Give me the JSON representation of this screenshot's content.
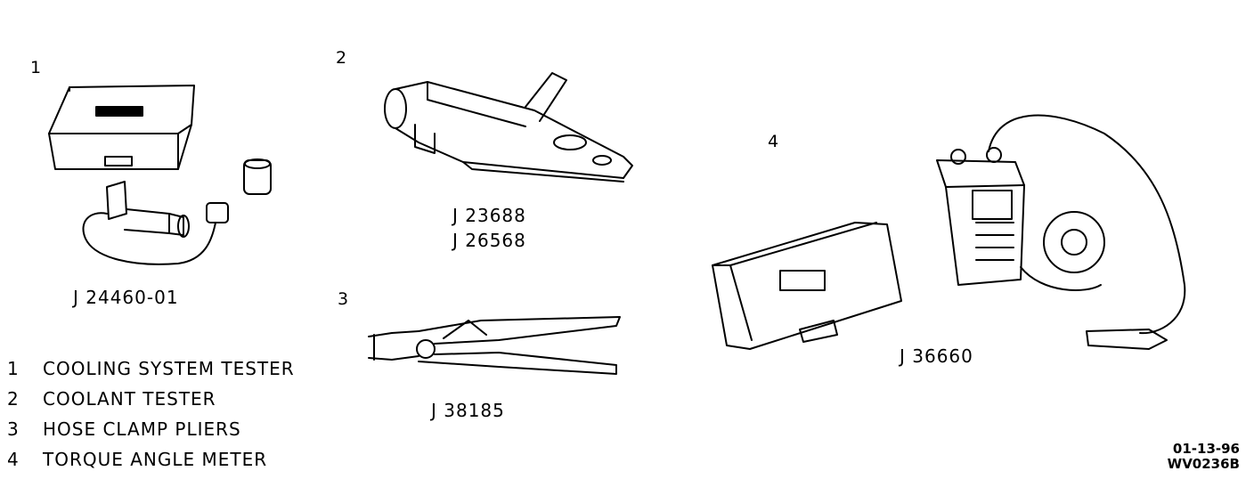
{
  "figure_numbers": [
    "1",
    "2",
    "3",
    "4"
  ],
  "part_numbers": {
    "tool1": "J 24460-01",
    "tool2_a": "J 23688",
    "tool2_b": "J 26568",
    "tool3": "J 38185",
    "tool4": "J 36660"
  },
  "legend": [
    {
      "num": "1",
      "label": "COOLING SYSTEM TESTER"
    },
    {
      "num": "2",
      "label": "COOLANT TESTER"
    },
    {
      "num": "3",
      "label": "HOSE CLAMP PLIERS"
    },
    {
      "num": "4",
      "label": "TORQUE ANGLE METER"
    }
  ],
  "stamp": {
    "date": "01-13-96",
    "code": "WV0236B"
  }
}
